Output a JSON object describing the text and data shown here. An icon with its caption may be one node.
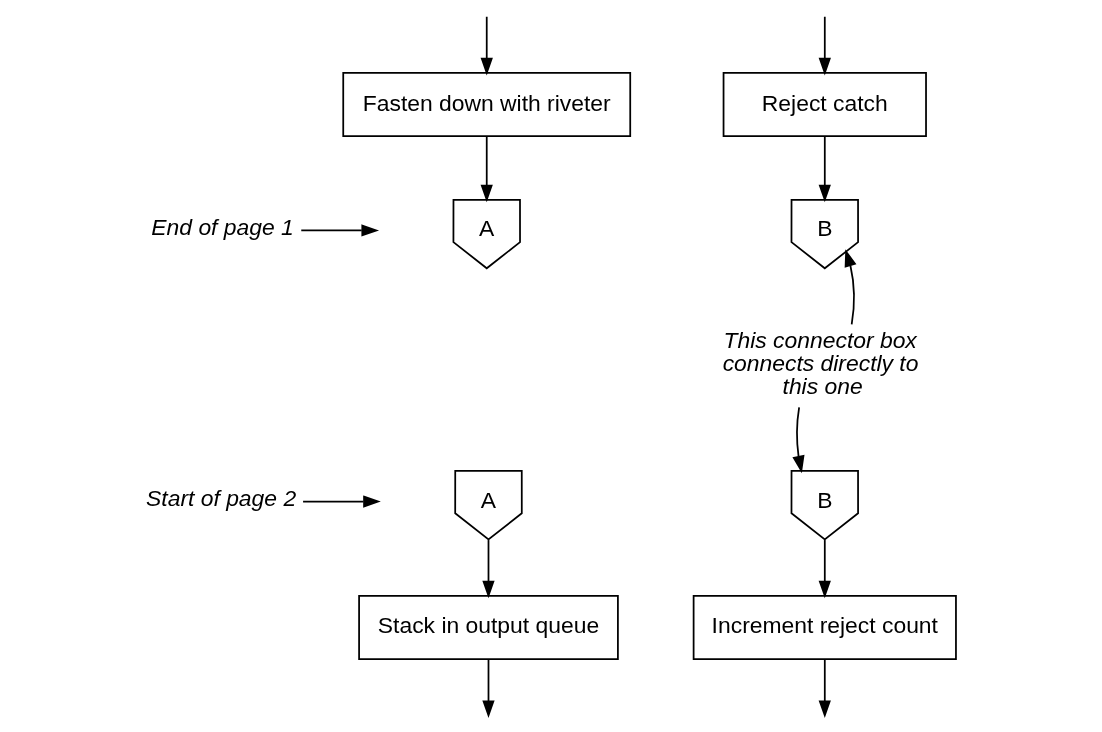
{
  "diagram": {
    "nodes": [
      {
        "text": [
          "Fasten down with riveter"
        ]
      },
      {
        "text": [
          "Reject catch"
        ]
      },
      {
        "text": [
          "A"
        ]
      },
      {
        "text": [
          "B"
        ]
      },
      {
        "text": [
          "End of page 1"
        ]
      },
      {
        "text": [
          "Start of page 2"
        ]
      },
      {
        "text": [
          "This connector box connects directly to this one"
        ]
      },
      {
        "text": [
          "A"
        ]
      },
      {
        "text": [
          "B"
        ]
      },
      {
        "text": [
          "Stack in output queue"
        ]
      },
      {
        "text": [
          "Increment reject count"
        ]
      }
    ],
    "edges": [
      {
        "from": null,
        "to": 0,
        "arrow": "to"
      },
      {
        "from": null,
        "to": 1,
        "arrow": "to"
      },
      {
        "from": 0,
        "to": 2,
        "arrow": "to"
      },
      {
        "from": 1,
        "to": 3,
        "arrow": "to"
      },
      {
        "from": 4,
        "to": null,
        "arrow": "to"
      },
      {
        "from": 5,
        "to": null,
        "arrow": "to"
      },
      {
        "from": 6,
        "to": 3,
        "arrow": "to"
      },
      {
        "from": 6,
        "to": 8,
        "arrow": "to"
      },
      {
        "from": 7,
        "to": 9,
        "arrow": "to"
      },
      {
        "from": 8,
        "to": 10,
        "arrow": "to"
      },
      {
        "from": 9,
        "to": null,
        "arrow": "to"
      },
      {
        "from": 10,
        "to": null,
        "arrow": "to"
      }
    ]
  }
}
